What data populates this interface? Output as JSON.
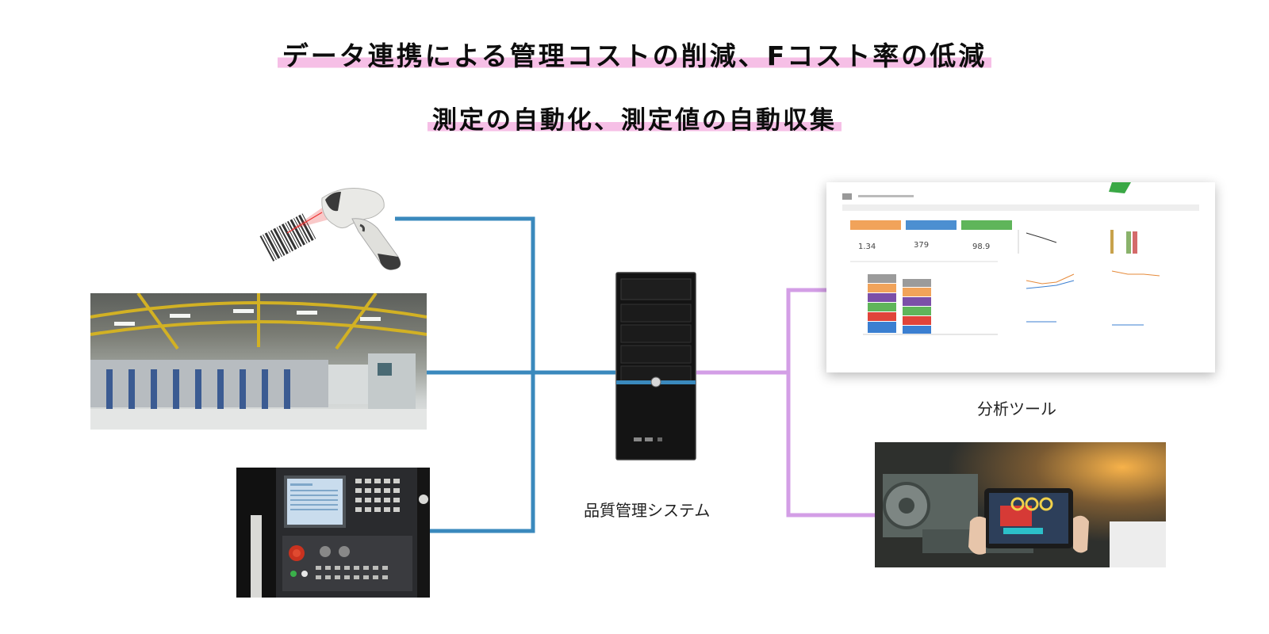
{
  "headline": {
    "line1": "データ連携による管理コストの削減、Fコスト率の低減",
    "line2": "測定の自動化、測定値の自動収集"
  },
  "nodes": {
    "barcode_scanner": {
      "icon": "barcode-scanner-icon"
    },
    "factory_photo": {
      "icon": "factory-photo"
    },
    "control_panel_photo": {
      "icon": "control-panel-photo"
    },
    "server": {
      "icon": "server-tower-icon",
      "label": "品質管理システム"
    },
    "analysis_tool": {
      "icon": "dashboard-screenshot",
      "label": "分析ツール"
    },
    "tablet_photo": {
      "icon": "tablet-ar-photo"
    }
  },
  "dashboard": {
    "kpi_values": [
      "1.34",
      "379",
      "98.9"
    ]
  },
  "colors": {
    "input_line": "#3a89bd",
    "output_line": "#d39ee6",
    "highlight": "#f6bfe6"
  }
}
